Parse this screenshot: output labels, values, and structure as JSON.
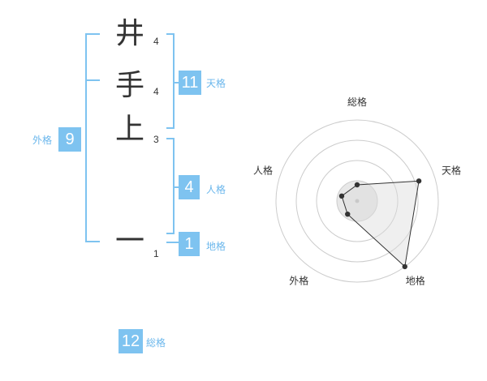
{
  "name": {
    "characters": [
      {
        "char": "井",
        "strokes": "4"
      },
      {
        "char": "手",
        "strokes": "4"
      },
      {
        "char": "上",
        "strokes": "3"
      },
      {
        "char": "一",
        "strokes": "1"
      }
    ]
  },
  "kakusu": {
    "tenkaku": {
      "value": "11",
      "label": "天格"
    },
    "jinkaku": {
      "value": "4",
      "label": "人格"
    },
    "chikaku": {
      "value": "1",
      "label": "地格"
    },
    "gaikaku": {
      "value": "9",
      "label": "外格"
    },
    "soukaku": {
      "value": "12",
      "label": "総格"
    }
  },
  "colors": {
    "accent": "#7ec3f0",
    "label": "#6bb7ec",
    "text": "#333333",
    "grid": "#cccccc",
    "fill": "#eeeeee"
  },
  "chart_data": {
    "type": "radar",
    "axes": [
      "総格",
      "天格",
      "地格",
      "外格",
      "人格"
    ],
    "values": [
      1,
      4,
      5,
      1,
      1
    ],
    "max": 5,
    "grid_rings": 4
  }
}
